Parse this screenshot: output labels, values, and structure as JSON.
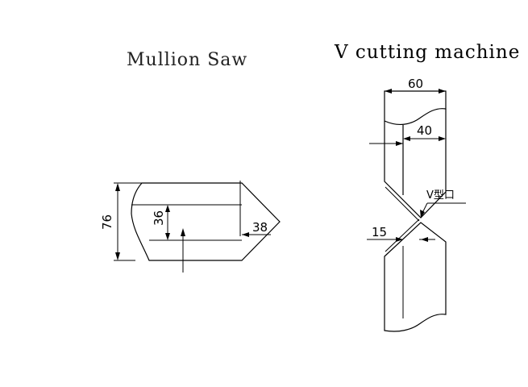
{
  "titles": {
    "mullion_saw": "Mullion Saw",
    "v_cutting_machine": "V cutting machine"
  },
  "mullion_dims": {
    "overall": "76",
    "inner": "36",
    "point": "38"
  },
  "vcut_dims": {
    "width": "60",
    "depth": "40",
    "groove": "15",
    "v_label": "V型口"
  }
}
